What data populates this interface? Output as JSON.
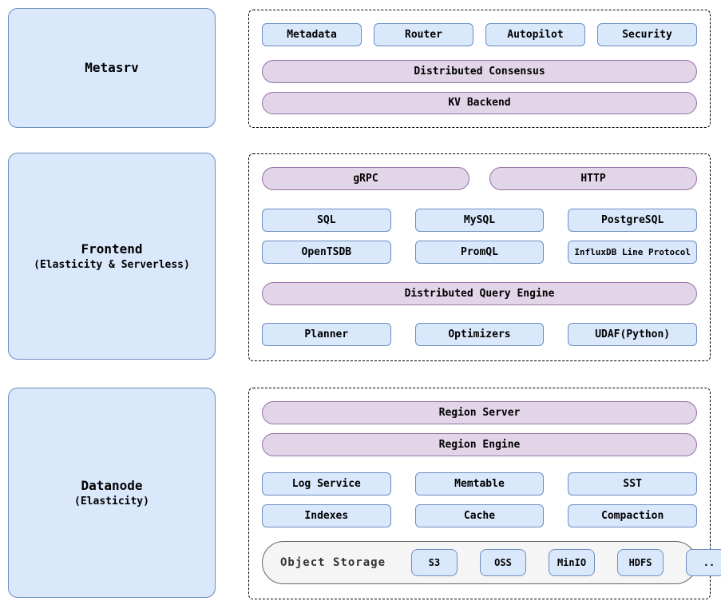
{
  "colors": {
    "blue_fill": "#dae8fc",
    "blue_stroke": "#6c8ebf",
    "purple_fill": "#e1d5e7",
    "purple_stroke": "#9673a6",
    "gray_fill": "#f5f5f5",
    "gray_stroke": "#666666"
  },
  "metasrv": {
    "label": "Metasrv",
    "components": [
      "Metadata",
      "Router",
      "Autopilot",
      "Security"
    ],
    "pills": [
      "Distributed Consensus",
      "KV Backend"
    ]
  },
  "frontend": {
    "label": "Frontend",
    "sublabel": "(Elasticity & Serverless)",
    "protocols": [
      "gRPC",
      "HTTP"
    ],
    "query_row1": [
      "SQL",
      "MySQL",
      "PostgreSQL"
    ],
    "query_row2": [
      "OpenTSDB",
      "PromQL",
      "InfluxDB Line Protocol"
    ],
    "engine_pill": "Distributed Query Engine",
    "engine_row": [
      "Planner",
      "Optimizers",
      "UDAF(Python)"
    ]
  },
  "datanode": {
    "label": "Datanode",
    "sublabel": "(Elasticity)",
    "pills": [
      "Region Server",
      "Region Engine"
    ],
    "row1": [
      "Log Service",
      "Memtable",
      "SST"
    ],
    "row2": [
      "Indexes",
      "Cache",
      "Compaction"
    ],
    "object_storage": {
      "label": "Object Storage",
      "options": [
        "S3",
        "OSS",
        "MinIO",
        "HDFS",
        ".."
      ]
    }
  }
}
